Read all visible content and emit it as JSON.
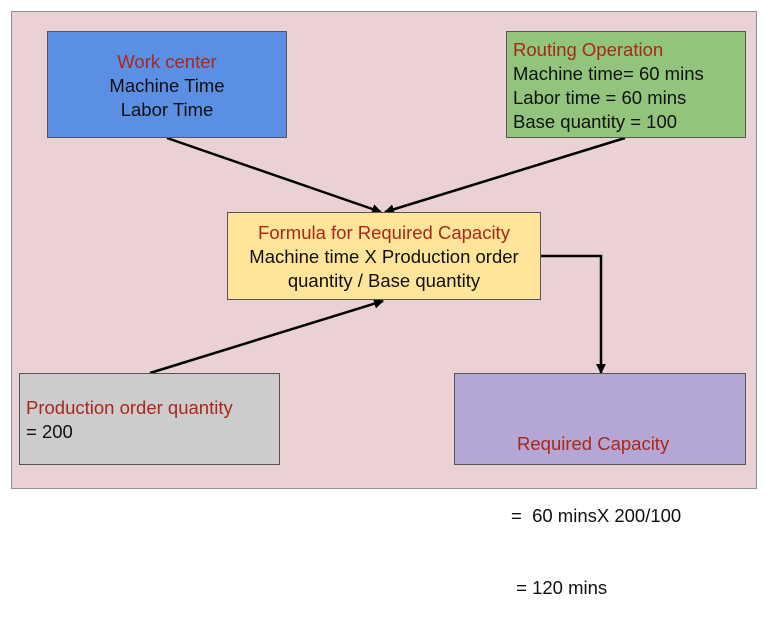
{
  "colors": {
    "background": "#ead1d3",
    "work_center_fill": "#5b8fe3",
    "routing_fill": "#93c47d",
    "formula_fill": "#ffe599",
    "quantity_fill": "#cccccc",
    "required_fill": "#b4a7d6",
    "title_text": "#a8281c",
    "arrow": "#000000"
  },
  "work_center": {
    "title": "Work center",
    "lines": [
      "Machine Time",
      "Labor Time"
    ]
  },
  "routing_operation": {
    "title": "Routing Operation",
    "lines": [
      "Machine time= 60 mins",
      "Labor time = 60 mins",
      "Base quantity = 100"
    ]
  },
  "formula": {
    "title": "Formula for Required Capacity",
    "lines": [
      "Machine time X Production order",
      "quantity / Base quantity"
    ]
  },
  "production_order_quantity": {
    "title": "Production order quantity",
    "lines": [
      "= 200"
    ]
  },
  "required_capacity": {
    "title": "Required Capacity",
    "lines": [
      "=  60 minsX 200/100",
      " = 120 mins"
    ]
  }
}
